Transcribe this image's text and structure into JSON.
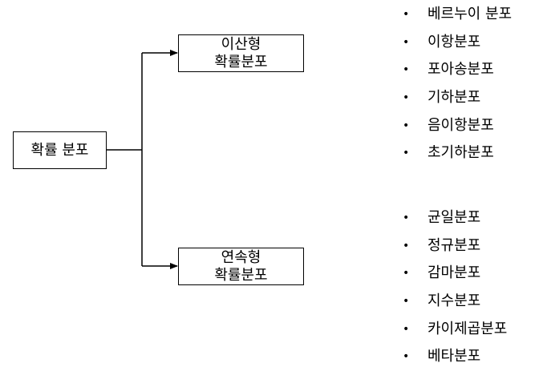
{
  "root": {
    "label": "확률 분포"
  },
  "discrete": {
    "label_lines": [
      "이산형",
      "확률분포"
    ],
    "items": [
      "베르누이 분포",
      "이항분포",
      "포아송분포",
      "기하분포",
      "음이항분포",
      "초기하분포"
    ]
  },
  "continuous": {
    "label_lines": [
      "연속형",
      "확률분포"
    ],
    "items": [
      "균일분포",
      "정규분포",
      "감마분포",
      "지수분포",
      "카이제곱분포",
      "베타분포"
    ]
  },
  "colors": {
    "line": "#000000",
    "box_border": "#000000",
    "background": "#ffffff"
  }
}
